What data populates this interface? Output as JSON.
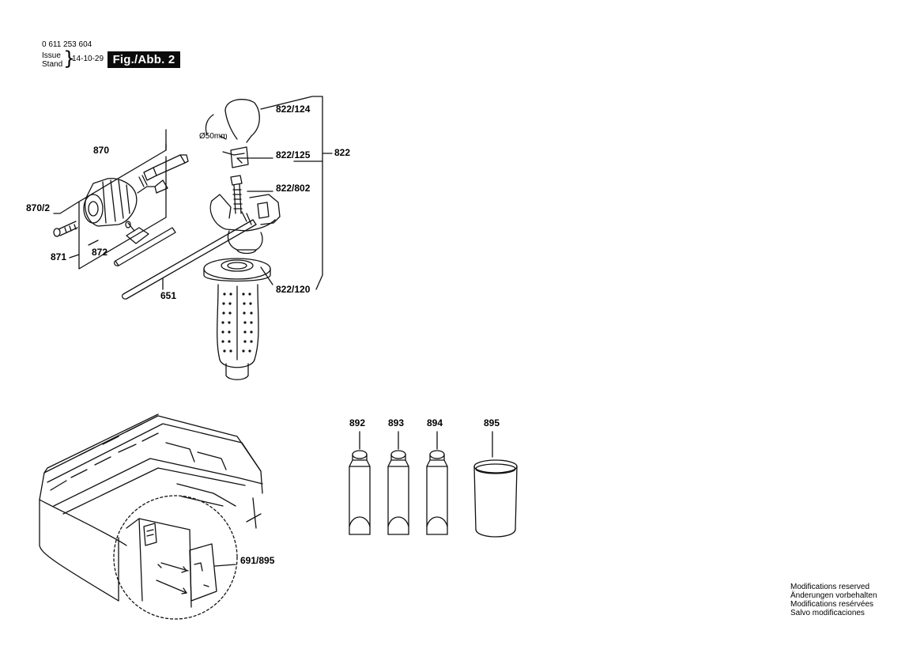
{
  "header": {
    "part_number": "0 611 253 604",
    "issue_label": "Issue",
    "stand_label": "Stand",
    "date": "14-10-29",
    "figure": "Fig./Abb. 2"
  },
  "labels": {
    "l_822_124": "822/124",
    "l_822_125": "822/125",
    "l_822": "822",
    "l_822_802": "822/802",
    "l_822_120": "822/120",
    "l_870": "870",
    "l_870_2": "870/2",
    "l_871": "871",
    "l_872": "872",
    "l_651": "651",
    "diameter": "Ø50mm",
    "l_892": "892",
    "l_893": "893",
    "l_894": "894",
    "l_895": "895",
    "l_691_895": "691/895"
  },
  "modifications": [
    "Modifications reserved",
    "Änderungen vorbehalten",
    "Modifications resérvées",
    "Salvo modificaciones"
  ]
}
